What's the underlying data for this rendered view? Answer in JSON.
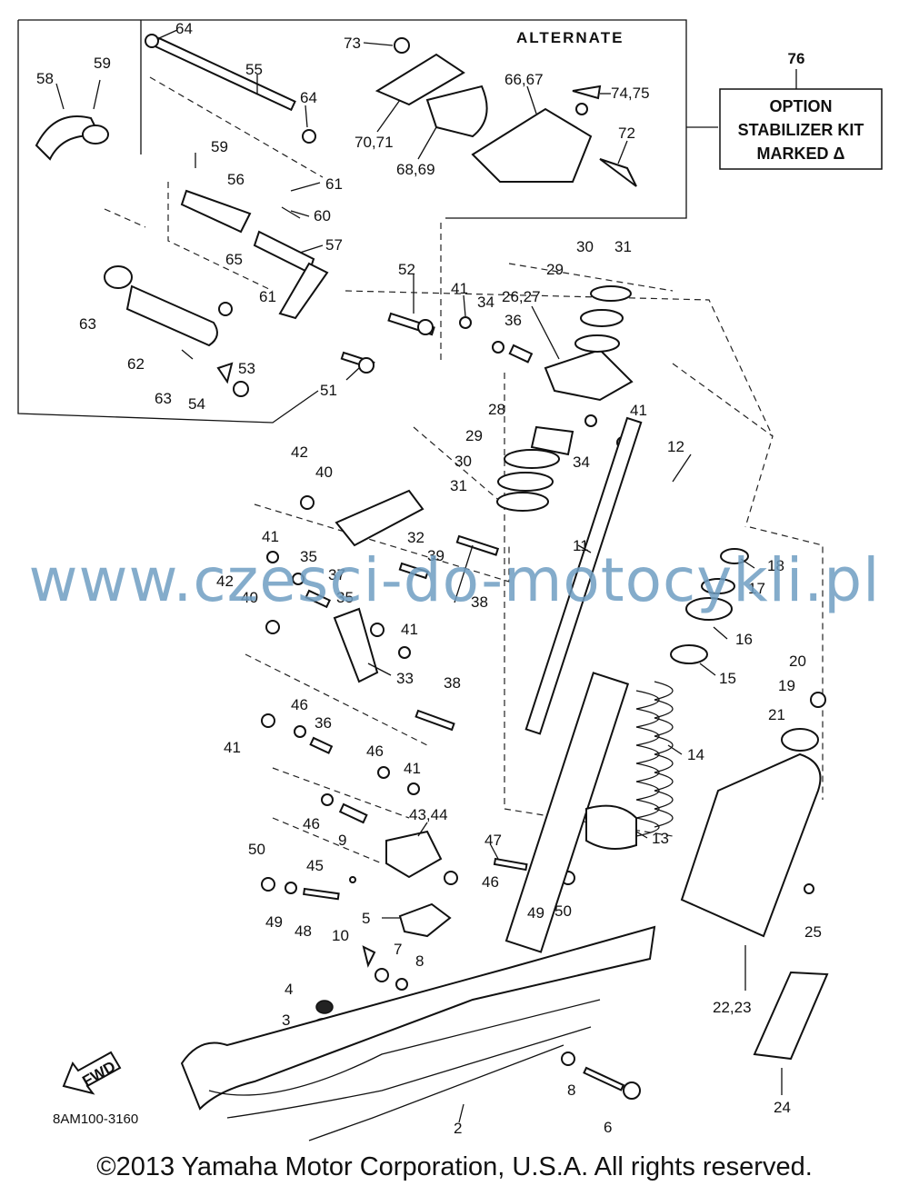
{
  "alternate_label": "ALTERNATE",
  "option_box": {
    "number": "76",
    "line1": "OPTION",
    "line2": "STABILIZER KIT",
    "line3": "MARKED Δ"
  },
  "fwd_label": "FWD",
  "diagram_code": "8AM100-3160",
  "watermark": "www.czesci-do-motocykli.pl",
  "copyright": "©2013 Yamaha Motor Corporation, U.S.A. All rights reserved.",
  "callouts": [
    "64",
    "58",
    "59",
    "55",
    "64",
    "73",
    "66,67",
    "74,75",
    "70,71",
    "72",
    "68,69",
    "59",
    "56",
    "61",
    "60",
    "57",
    "65",
    "61",
    "63",
    "62",
    "53",
    "63",
    "54",
    "52",
    "41",
    "34",
    "36",
    "26,27",
    "29",
    "30",
    "31",
    "51",
    "28",
    "29",
    "30",
    "31",
    "34",
    "41",
    "12",
    "42",
    "40",
    "32",
    "39",
    "38",
    "11",
    "41",
    "35",
    "37",
    "42",
    "40",
    "35",
    "41",
    "33",
    "38",
    "18",
    "17",
    "16",
    "15",
    "20",
    "19",
    "21",
    "14",
    "41",
    "46",
    "36",
    "46",
    "41",
    "46",
    "9",
    "43,44",
    "13",
    "47",
    "50",
    "45",
    "46",
    "49",
    "50",
    "49",
    "48",
    "5",
    "10",
    "7",
    "8",
    "4",
    "3",
    "25",
    "22,23",
    "8",
    "24",
    "6",
    "2"
  ]
}
